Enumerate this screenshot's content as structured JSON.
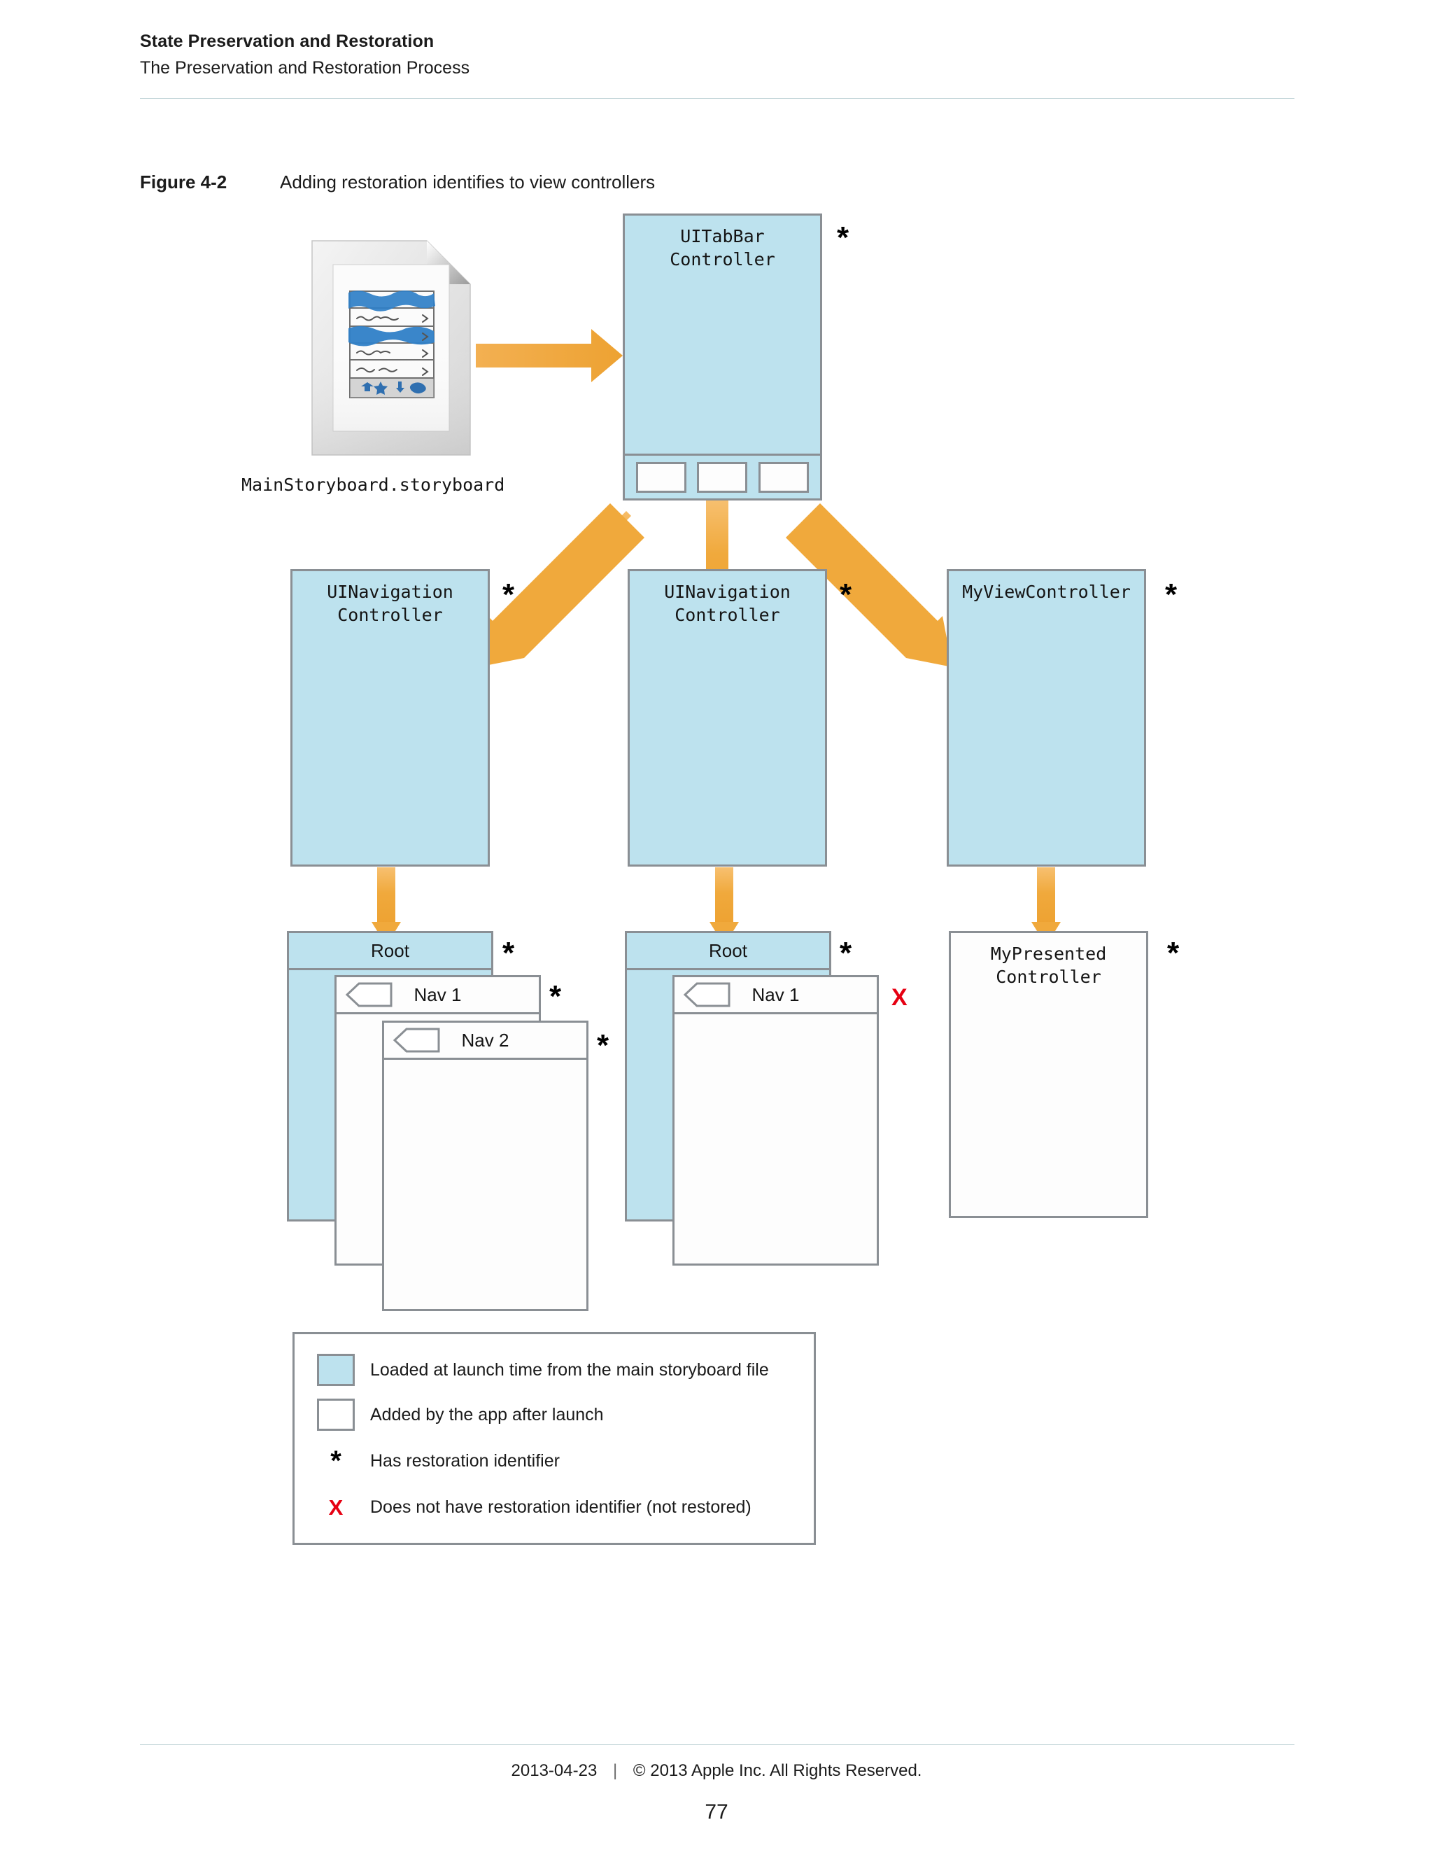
{
  "header": {
    "title": "State Preservation and Restoration",
    "subtitle": "The Preservation and Restoration Process"
  },
  "figure": {
    "number": "Figure 4-2",
    "title": "Adding restoration identifies to view controllers"
  },
  "colors": {
    "storyboard_fill": "#bde2ee",
    "app_added_fill": "#ffffff",
    "box_stroke": "#8a8f94",
    "arrow": "#f0a93c",
    "star": "#000000",
    "cross": "#e60012",
    "rule": "#b9cfd2"
  },
  "storyboard_file": {
    "label": "MainStoryboard.storyboard",
    "icon": "storyboard-document-icon"
  },
  "nodes": {
    "tabbar_controller": {
      "label": "UITabBar\nController",
      "marker": "*",
      "kind": "storyboard",
      "tab_items": [
        "",
        "",
        ""
      ]
    },
    "nav_controller_1": {
      "label": "UINavigation\nController",
      "marker": "*",
      "kind": "storyboard"
    },
    "nav_controller_2": {
      "label": "UINavigation\nController",
      "marker": "*",
      "kind": "storyboard"
    },
    "my_view_controller": {
      "label": "MyViewController",
      "marker": "*",
      "kind": "storyboard"
    },
    "left_root": {
      "label": "Root",
      "marker": "*",
      "kind": "storyboard"
    },
    "left_nav1": {
      "label": "Nav 1",
      "marker": "*",
      "kind": "app-added"
    },
    "left_nav2": {
      "label": "Nav 2",
      "marker": "*",
      "kind": "app-added"
    },
    "middle_root": {
      "label": "Root",
      "marker": "*",
      "kind": "storyboard"
    },
    "middle_nav1": {
      "label": "Nav 1",
      "marker": "X",
      "kind": "app-added"
    },
    "my_presented_controller": {
      "label": "MyPresented\nController",
      "marker": "*",
      "kind": "app-added"
    }
  },
  "legend": {
    "items": [
      {
        "glyph": "swatch-blue",
        "text": "Loaded at launch time from the main storyboard file"
      },
      {
        "glyph": "swatch-white",
        "text": "Added by the app after launch"
      },
      {
        "glyph": "star",
        "text": "Has restoration identifier"
      },
      {
        "glyph": "cross",
        "text": "Does not have restoration identifier (not restored)"
      }
    ]
  },
  "footer": {
    "date": "2013-04-23",
    "separator": "|",
    "copyright": "© 2013 Apple Inc. All Rights Reserved.",
    "page_number": "77"
  }
}
